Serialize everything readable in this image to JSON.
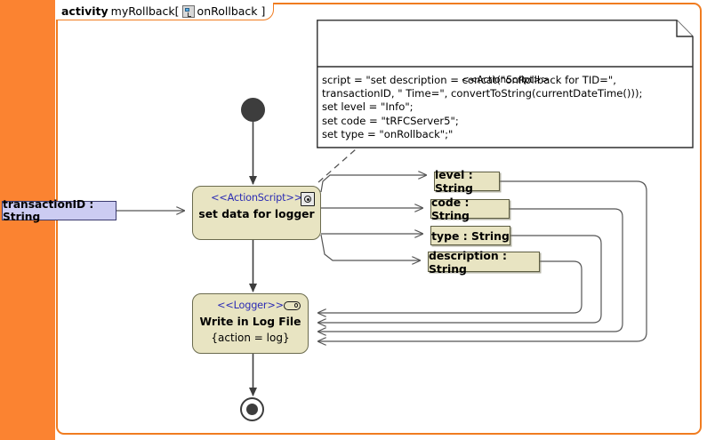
{
  "frame": {
    "keyword": "activity",
    "name": "myRollback[",
    "event": "onRollback ]",
    "icon": "event-icon",
    "border_color": "#f07c20"
  },
  "band": {
    "color": "#fb8331"
  },
  "note": {
    "stereotype": "<<ActionScript>>",
    "text": "script = \"set description = concat(\"onRollback for TID=\", transactionID, \" Time=\", convertToString(currentDateTime()));\nset level = \"Info\";\nset code = \"tRFCServer5\";\nset type = \"onRollback\";\""
  },
  "nodes": {
    "set_data": {
      "stereotype": "<<ActionScript>>",
      "label": "set data for logger",
      "icon": "script-gear-icon",
      "fill": "#e8e4c2"
    },
    "logger": {
      "stereotype": "<<Logger>>",
      "label": "Write in Log File",
      "constraint": "{action = log}",
      "icon": "pill-toggle-icon",
      "fill": "#e8e4c2"
    }
  },
  "input_pin": {
    "label": "transactionID : String",
    "fill": "#ccccf2"
  },
  "output_pins": [
    {
      "label": "level : String"
    },
    {
      "label": "code : String"
    },
    {
      "label": "type : String"
    },
    {
      "label": "description : String"
    }
  ],
  "control_nodes": {
    "initial": "initial-node",
    "final": "final-node"
  }
}
